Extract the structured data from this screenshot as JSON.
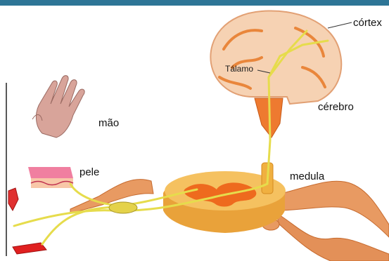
{
  "labels": {
    "cortex": "córtex",
    "talamo": "Tálamo",
    "cerebro": "cérebro",
    "mao": "mão",
    "pele": "pele",
    "medula": "medula"
  },
  "colors": {
    "top_bar": "#2e7596",
    "brain_tissue": "#f6d2b3",
    "brain_folds": "#e9863b",
    "nerve": "#e6dc4c",
    "cord_body": "#f2b64a",
    "gray_matter": "#ee6a1e",
    "nerve_root": "#e89a62",
    "skin_top": "#f07fa0",
    "receptor_red": "#e02020"
  },
  "icons": [
    "hand-icon",
    "skin-patch-icon",
    "brain-icon",
    "spinal-cord-icon",
    "muscle-icon",
    "receptor-icon"
  ]
}
